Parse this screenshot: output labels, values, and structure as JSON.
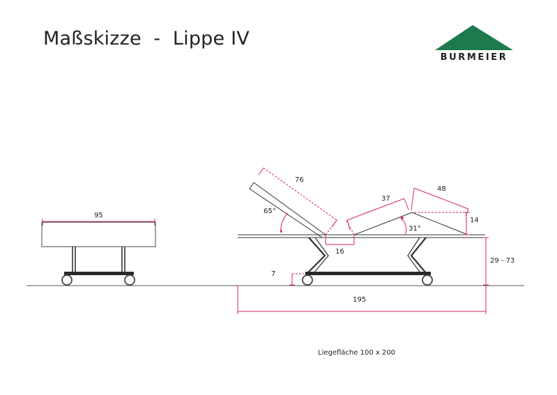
{
  "title": "Maßskizze  -  Lippe IV",
  "logo": {
    "text": "BURMEIER",
    "color": "#1e7a4e"
  },
  "colors": {
    "dimension": "#d6245a",
    "frame": "#333333",
    "wheel": "#444444"
  },
  "dimensions": {
    "width_front": "95",
    "head_length": "76",
    "head_angle": "65°",
    "knee_length": "37",
    "leg_length": "48",
    "knee_angle": "31°",
    "knee_height": "14",
    "gap": "16",
    "height_range": "29 - 73",
    "floor_clearance": "7",
    "total_length": "195"
  },
  "caption": "Liegefläche 100 x 200"
}
